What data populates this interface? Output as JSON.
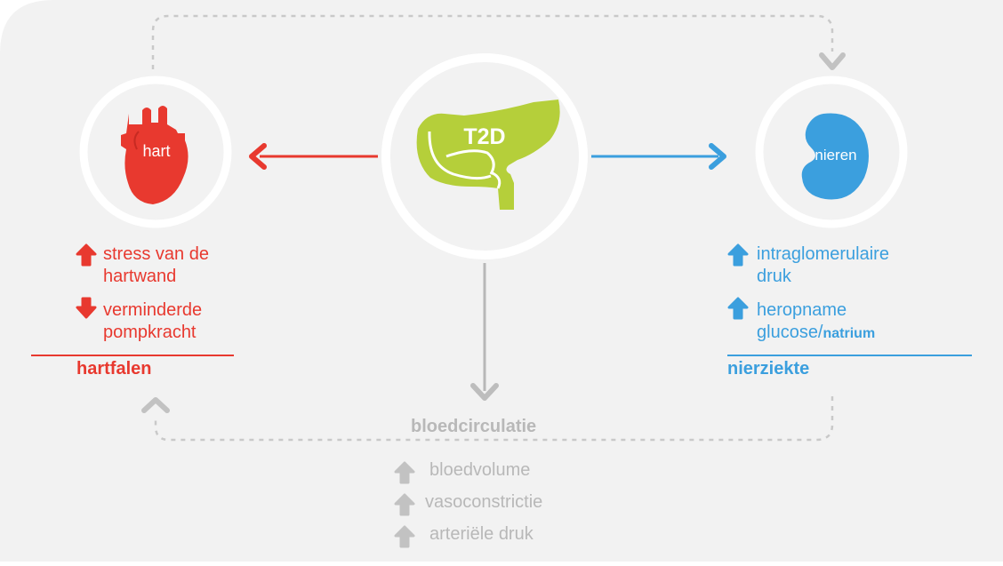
{
  "colors": {
    "background": "#f2f2f2",
    "circle_border": "#ffffff",
    "heart": "#e8392f",
    "kidney": "#3b9fde",
    "pancreas": "#b5cf3a",
    "circulation": "#b8b8b8"
  },
  "icons": {
    "heart": "heart-icon",
    "pancreas": "pancreas-icon",
    "kidney": "kidney-icon",
    "up": "arrow-up-icon",
    "down": "arrow-down-icon"
  },
  "center": {
    "label": "T2D"
  },
  "heart": {
    "label": "hart",
    "effects": [
      {
        "direction": "up",
        "line1": "stress van de",
        "line2": "hartwand"
      },
      {
        "direction": "down",
        "line1": "verminderde",
        "line2": "pompkracht"
      }
    ],
    "outcome": "hartfalen"
  },
  "kidney": {
    "label": "nieren",
    "effects": [
      {
        "direction": "up",
        "line1": "intraglomerulaire",
        "line2": "druk"
      },
      {
        "direction": "up",
        "line1": "heropname",
        "line2a": "glucose/",
        "line2b": "natrium"
      }
    ],
    "outcome": "nierziekte"
  },
  "circulation": {
    "title": "bloedcirculatie",
    "items": [
      {
        "direction": "up",
        "label": "bloedvolume"
      },
      {
        "direction": "up",
        "label": "vasoconstrictie"
      },
      {
        "direction": "up",
        "label": "arteriële druk"
      }
    ]
  }
}
